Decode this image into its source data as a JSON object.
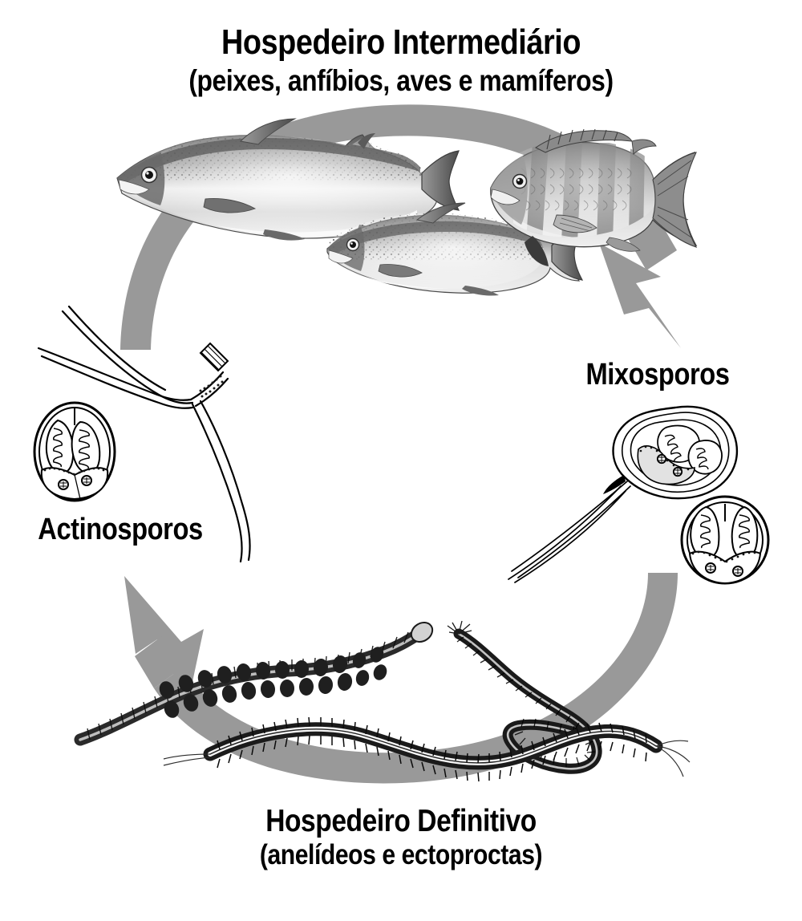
{
  "diagram": {
    "kind": "life-cycle-diagram",
    "subject": "Myxozoa life cycle",
    "language": "pt-BR",
    "background_color": "#ffffff",
    "arrow_color": "#999999",
    "line_color": "#000000",
    "text_color": "#000000"
  },
  "title": {
    "main": "Hospedeiro Intermediário",
    "sub": "(peixes, anfíbios, aves e mamíferos)"
  },
  "bottom": {
    "main": "Hospedeiro Definitivo",
    "sub": "(anelídeos e ectoproctas)"
  },
  "stages": {
    "myxospores_label": "Mixosporos",
    "actinospores_label": "Actinosporos"
  },
  "arrows": [
    {
      "name": "arrow-host-to-myxospores",
      "from": "Hospedeiro Intermediário",
      "to": "Mixosporos",
      "direction": "clockwise",
      "color": "#999999"
    },
    {
      "name": "arrow-definitive-host-to-actinospores",
      "from": "Hospedeiro Definitivo",
      "to": "Actinosporos",
      "direction": "clockwise",
      "color": "#999999"
    }
  ],
  "illustrations": [
    {
      "name": "salmon-fish",
      "group": "intermediate-host",
      "count": 1
    },
    {
      "name": "trout-fish",
      "group": "intermediate-host",
      "count": 1
    },
    {
      "name": "perch-fish",
      "group": "intermediate-host",
      "count": 1
    },
    {
      "name": "actinospore-triactinomyxon",
      "group": "actinospores",
      "count": 1
    },
    {
      "name": "actinospore-oval-spore",
      "group": "actinospores",
      "count": 1
    },
    {
      "name": "myxospore-teardrop-tailed",
      "group": "myxospores",
      "count": 1
    },
    {
      "name": "myxospore-round-spore",
      "group": "myxospores",
      "count": 1
    },
    {
      "name": "annelid-worm-left",
      "group": "definitive-host",
      "count": 1
    },
    {
      "name": "annelid-worm-center",
      "group": "definitive-host",
      "count": 1
    },
    {
      "name": "annelid-worm-right",
      "group": "definitive-host",
      "count": 1
    }
  ]
}
